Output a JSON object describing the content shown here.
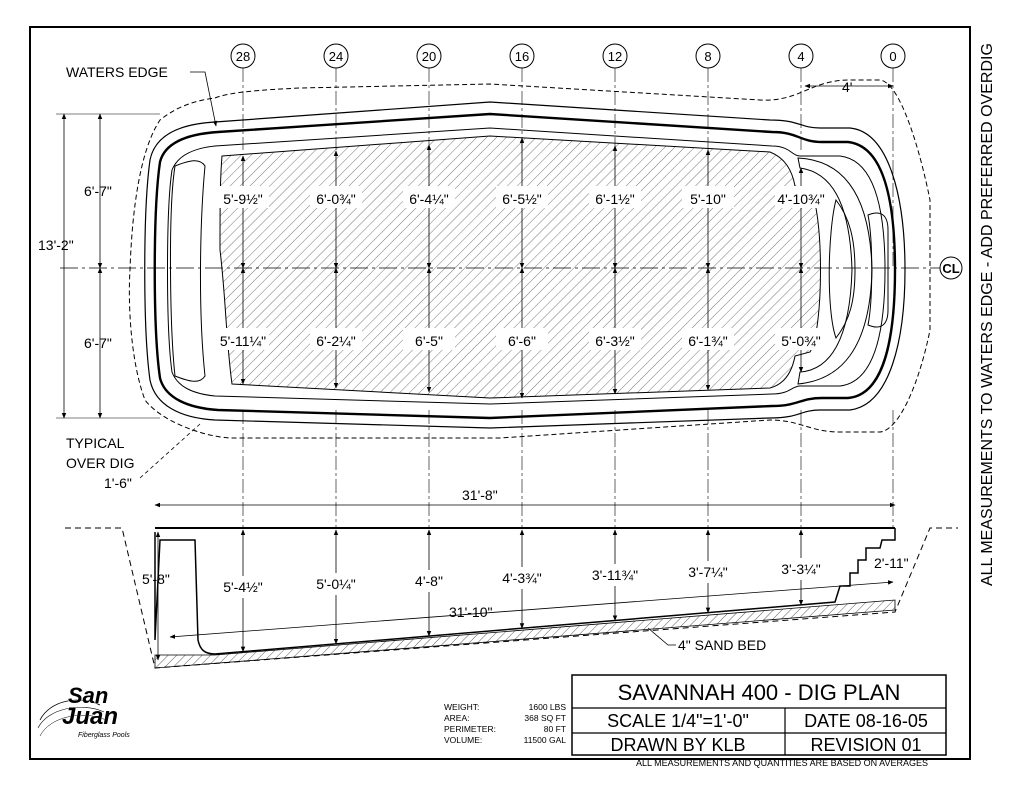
{
  "stations": [
    "28",
    "24",
    "20",
    "16",
    "12",
    "8",
    "4",
    "0"
  ],
  "labels": {
    "waters_edge": "WATERS EDGE",
    "typical": "TYPICAL",
    "over_dig": "OVER DIG",
    "over_dig_value": "1'-6\"",
    "centerline": "CL",
    "side_note": "ALL MEASUREMENTS TO WATERS EDGE - ADD PREFERRED OVERDIG",
    "sand_bed": "4\" SAND BED"
  },
  "plan_dims": {
    "total_width": "13'-2\"",
    "half_top": "6'-7\"",
    "half_bottom": "6'-7\"",
    "end_offset": "4'",
    "upper_widths": [
      "5'-9½\"",
      "6'-0¾\"",
      "6'-4¼\"",
      "6'-5½\"",
      "6'-1½\"",
      "5'-10\"",
      "4'-10¾\""
    ],
    "lower_widths": [
      "5'-11¼\"",
      "6'-2¼\"",
      "6'-5\"",
      "6'-6\"",
      "6'-3½\"",
      "6'-1¾\"",
      "5'-0¾\""
    ]
  },
  "section_dims": {
    "overall_length": "31'-8\"",
    "bottom_length": "31'-10\"",
    "deep_end": "5'-8\"",
    "shallow_end": "2'-11\"",
    "depths": [
      "5'-4½\"",
      "5'-0¼\"",
      "4'-8\"",
      "4'-3¾\"",
      "3'-11¾\"",
      "3'-7¼\"",
      "3'-3¼\""
    ]
  },
  "specs": [
    {
      "label": "WEIGHT:",
      "value": "1600 LBS"
    },
    {
      "label": "AREA:",
      "value": "368 SQ FT"
    },
    {
      "label": "PERIMETER:",
      "value": "80 FT"
    },
    {
      "label": "VOLUME:",
      "value": "11500 GAL"
    }
  ],
  "title_block": {
    "title": "SAVANNAH 400 - DIG PLAN",
    "scale": "SCALE 1/4\"=1'-0\"",
    "date": "DATE 08-16-05",
    "drawn_by": "DRAWN BY KLB",
    "revision": "REVISION 01",
    "footer": "ALL MEASUREMENTS AND QUANTITIES ARE BASED ON AVERAGES"
  },
  "logo": {
    "line1": "San",
    "line2": "Juan",
    "tagline": "Fiberglass Pools"
  },
  "colors": {
    "ink": "#000000",
    "paper": "#ffffff"
  }
}
